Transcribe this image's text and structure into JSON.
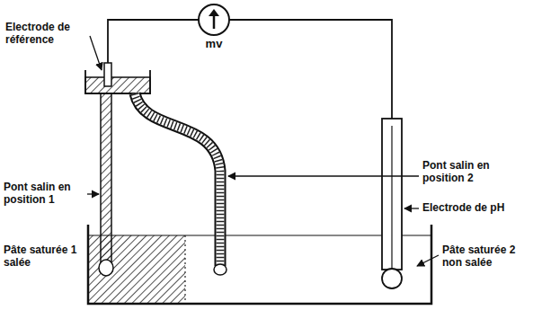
{
  "diagram": {
    "nodes": [
      {
        "text": [
          "mv"
        ]
      }
    ],
    "labels": [
      "Electrode de référence",
      "Pont salin en position 1",
      "Pâte saturée 1 salée",
      "Pont salin en position 2",
      "Electrode de pH",
      "Pâte saturée 2 non salée"
    ]
  }
}
